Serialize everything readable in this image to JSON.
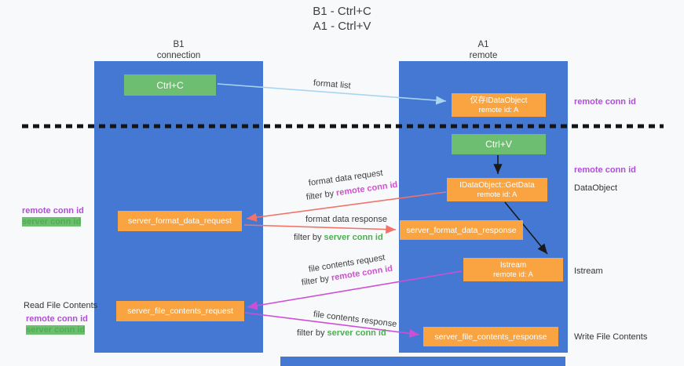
{
  "title": {
    "line1": "B1 - Ctrl+C",
    "line2": "A1 - Ctrl+V"
  },
  "lanes": {
    "left": {
      "title": "B1",
      "subtitle": "connection"
    },
    "right": {
      "title": "A1",
      "subtitle": "remote"
    }
  },
  "nodes": {
    "ctrl_c": {
      "label": "Ctrl+C"
    },
    "ctrl_v": {
      "label": "Ctrl+V"
    },
    "idataobject_cache": {
      "line1": "仅存IDataObject",
      "line2": "remote id: A"
    },
    "getdata": {
      "line1": "IDataObject::GetData",
      "line2": "remote id: A"
    },
    "istream": {
      "line1": "Istream",
      "line2": "remote id: A"
    },
    "server_format_data_request": {
      "label": "server_format_data_request"
    },
    "server_format_data_response": {
      "label": "server_format_data_response"
    },
    "server_file_contents_request": {
      "label": "server_file_contents_request"
    },
    "server_file_contents_response": {
      "label": "server_file_contents_response"
    }
  },
  "edge_labels": {
    "format_list": "format list",
    "format_data_request": "format data request",
    "format_data_response": "format data response",
    "file_contents_request": "file contents request",
    "file_contents_response": "file contents response",
    "filter_by": "filter by "
  },
  "annotations": {
    "remote_conn_id": "remote conn id",
    "server_conn_id": "server conn id",
    "dataobject": "DataObject",
    "istream": "Istream",
    "read_file_contents": "Read File Contents",
    "write_file_contents": "Write File Contents"
  },
  "colors": {
    "lane_blue": "#4478D2",
    "node_green": "#6EBE71",
    "node_orange": "#F9A440",
    "conn_purple": "#AE4FD6",
    "conn_magenta": "#D24FD2",
    "server_green": "#4CAF50",
    "arrow_blue": "#A8D5F0",
    "arrow_salmon": "#F2736A",
    "arrow_magenta": "#CE4FD6",
    "arrow_black": "#1A1A1A"
  }
}
